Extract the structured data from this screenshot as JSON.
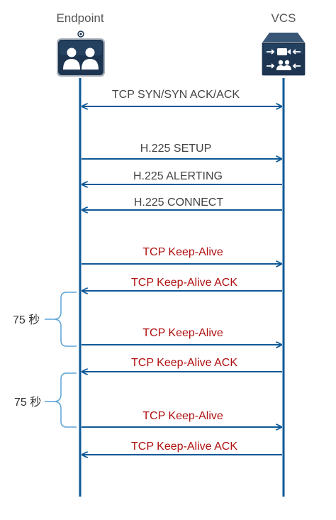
{
  "actors": {
    "left": {
      "label": "Endpoint",
      "icon": "video-endpoint-icon"
    },
    "right": {
      "label": "VCS",
      "icon": "vcs-server-icon"
    }
  },
  "colors": {
    "lifeline": "#0d5896",
    "arrow": "#0d5896",
    "text_gray": "#444444",
    "text_red": "#b01010",
    "bracket": "#5aa3d8",
    "icon_bg": "#1d3550"
  },
  "messages": [
    {
      "id": "m1",
      "label": "TCP SYN/SYN ACK/ACK",
      "direction": "both",
      "style": "gray"
    },
    {
      "id": "m2",
      "label": "H.225 SETUP",
      "direction": "right",
      "style": "gray"
    },
    {
      "id": "m3",
      "label": "H.225 ALERTING",
      "direction": "left",
      "style": "gray"
    },
    {
      "id": "m4",
      "label": "H.225 CONNECT",
      "direction": "left",
      "style": "gray"
    },
    {
      "id": "m5",
      "label": "TCP Keep-Alive",
      "direction": "right",
      "style": "red"
    },
    {
      "id": "m6",
      "label": "TCP Keep-Alive ACK",
      "direction": "left",
      "style": "red"
    },
    {
      "id": "m7",
      "label": "TCP Keep-Alive",
      "direction": "right",
      "style": "red"
    },
    {
      "id": "m8",
      "label": "TCP Keep-Alive ACK",
      "direction": "left",
      "style": "red"
    },
    {
      "id": "m9",
      "label": "TCP Keep-Alive",
      "direction": "right",
      "style": "red"
    },
    {
      "id": "m10",
      "label": "TCP Keep-Alive ACK",
      "direction": "left",
      "style": "red"
    }
  ],
  "intervals": [
    {
      "label": "75 秒"
    },
    {
      "label": "75 秒"
    }
  ]
}
